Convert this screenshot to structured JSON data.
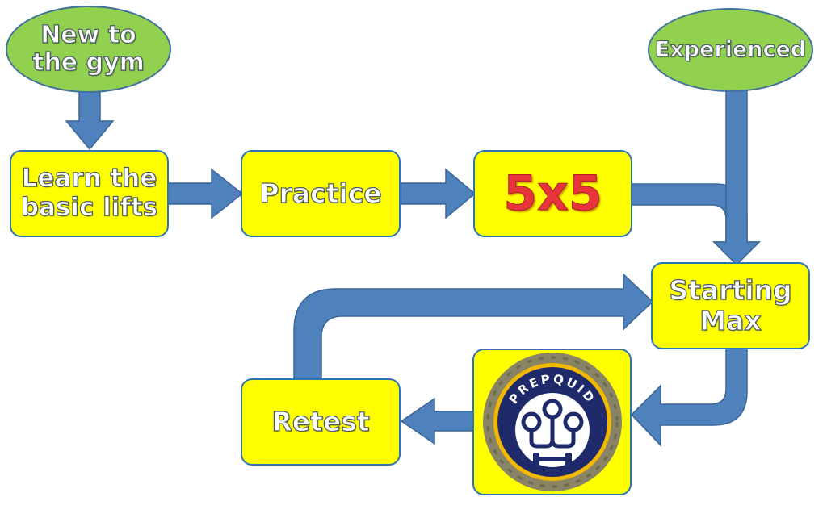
{
  "diagram": {
    "nodes": {
      "new_to_gym": {
        "label_line1": "New to",
        "label_line2": "the gym",
        "shape": "oval",
        "color": "#92d050"
      },
      "experienced": {
        "label": "Experienced",
        "shape": "oval",
        "color": "#92d050"
      },
      "learn_lifts": {
        "label_line1": "Learn the",
        "label_line2": "basic lifts",
        "shape": "rounded-rect",
        "color": "#ffff00"
      },
      "practice": {
        "label": "Practice",
        "shape": "rounded-rect",
        "color": "#ffff00"
      },
      "five_by_five": {
        "label": "5x5",
        "shape": "rounded-rect",
        "color": "#ffff00",
        "text_color": "#e8353b"
      },
      "starting_max": {
        "label_line1": "Starting",
        "label_line2": "Max",
        "shape": "rounded-rect",
        "color": "#ffff00"
      },
      "prepquid": {
        "logo_text": "PREPQUID",
        "shape": "rounded-rect",
        "color": "#ffff00"
      },
      "retest": {
        "label": "Retest",
        "shape": "rounded-rect",
        "color": "#ffff00"
      }
    },
    "edges": [
      {
        "from": "New to the gym",
        "to": "Learn the basic lifts"
      },
      {
        "from": "Learn the basic lifts",
        "to": "Practice"
      },
      {
        "from": "Practice",
        "to": "5x5"
      },
      {
        "from": "5x5",
        "to": "Starting Max"
      },
      {
        "from": "Experienced",
        "to": "Starting Max"
      },
      {
        "from": "Starting Max",
        "to": "PREPQUID"
      },
      {
        "from": "PREPQUID",
        "to": "Retest"
      },
      {
        "from": "Retest",
        "to": "Starting Max"
      }
    ],
    "arrow_color": "#4f81bd"
  }
}
